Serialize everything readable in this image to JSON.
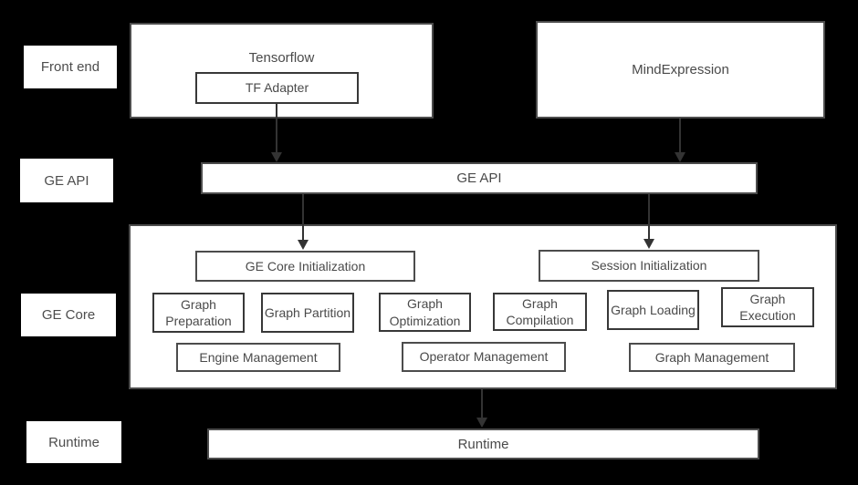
{
  "colors": {
    "background": "#000000",
    "box_fill": "#ffffff",
    "border_outer": "#4c4c4c",
    "border_inner": "#383838",
    "text": "#4a4a4a",
    "arrow": "#333333"
  },
  "row_labels": {
    "front_end": "Front end",
    "ge_api": "GE API",
    "ge_core": "GE Core",
    "runtime": "Runtime"
  },
  "front_end": {
    "tensorflow_label": "Tensorflow",
    "tf_adapter_label": "TF Adapter",
    "mindexpression_label": "MindExpression"
  },
  "ge_api": {
    "bar_label": "GE API"
  },
  "ge_core": {
    "init_left": "GE Core Initialization",
    "init_right": "Session Initialization",
    "modules": [
      "Graph Preparation",
      "Graph Partition",
      "Graph Optimization",
      "Graph Compilation",
      "Graph Loading",
      "Graph Execution"
    ],
    "management": [
      "Engine Management",
      "Operator Management",
      "Graph Management"
    ]
  },
  "runtime": {
    "bar_label": "Runtime"
  }
}
